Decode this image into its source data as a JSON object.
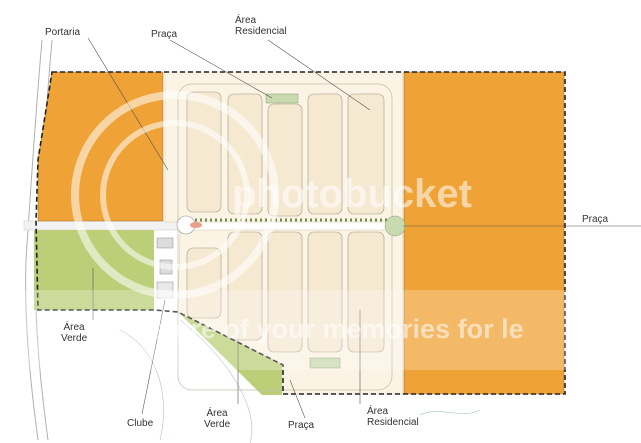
{
  "labels": {
    "portaria": "Portaria",
    "praca_top": "Praça",
    "area_res_top_1": "Área",
    "area_res_top_2": "Residencial",
    "praca_right": "Praça",
    "area_verde_left_1": "Área",
    "area_verde_left_2": "Verde",
    "clube": "Clube",
    "area_verde_bottom_1": "Área",
    "area_verde_bottom_2": "Verde",
    "praca_bottom": "Praça",
    "area_res_bottom_1": "Área",
    "area_res_bottom_2": "Residencial"
  },
  "watermark": {
    "brand": "photobucket",
    "tagline": "store of your memories for le"
  },
  "colors": {
    "orange_lots": "#EFA235",
    "green_area": "#BCCF78",
    "residential": "#F6E9D2",
    "streets": "#FFFFFF",
    "border_dash": "#222222"
  }
}
